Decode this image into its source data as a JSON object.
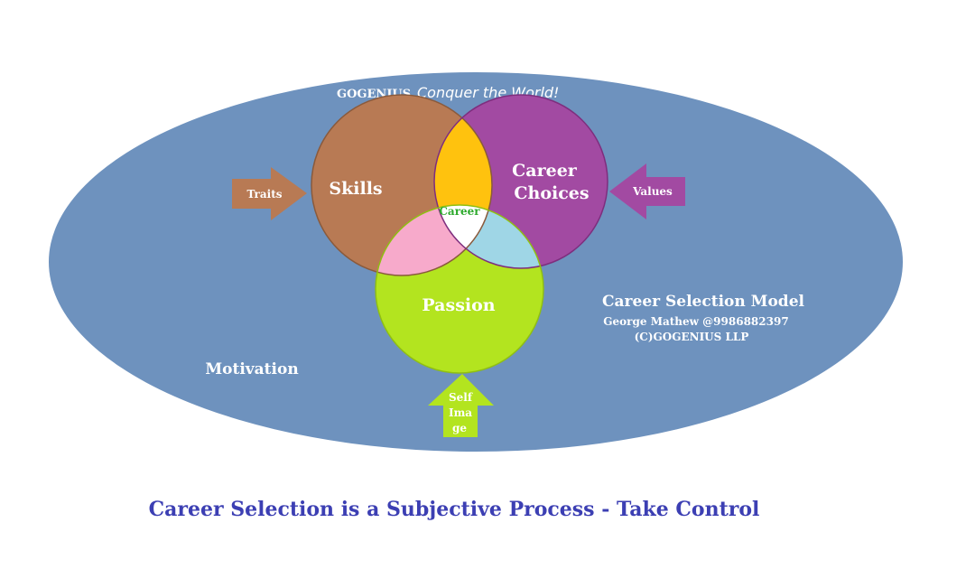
{
  "header": {
    "brand": "GOGENIUS",
    "tagline": "Conquer the World!"
  },
  "circles": {
    "skills": "Skills",
    "career_choices_line1": "Career",
    "career_choices_line2": "Choices",
    "passion": "Passion",
    "center": "Career"
  },
  "arrows": {
    "traits": "Traits",
    "values": "Values",
    "self_image_line1": "Self",
    "self_image_line2": "Ima",
    "self_image_line3": "ge"
  },
  "motivation": "Motivation",
  "model": {
    "title": "Career Selection Model",
    "author": "George Mathew @9986882397",
    "copyright": "(C)GOGENIUS LLP"
  },
  "footer": {
    "caption": "Career Selection is a Subjective Process - Take Control"
  },
  "colors": {
    "ellipse": "#6e92be",
    "skills": "#b87a54",
    "career_choices": "#a24aa2",
    "passion": "#b3e41f",
    "overlap_skills_choices": "#ffc20e",
    "overlap_skills_passion": "#f7aacb",
    "overlap_choices_passion": "#9fd6e6",
    "caption": "#3c3fb3"
  }
}
